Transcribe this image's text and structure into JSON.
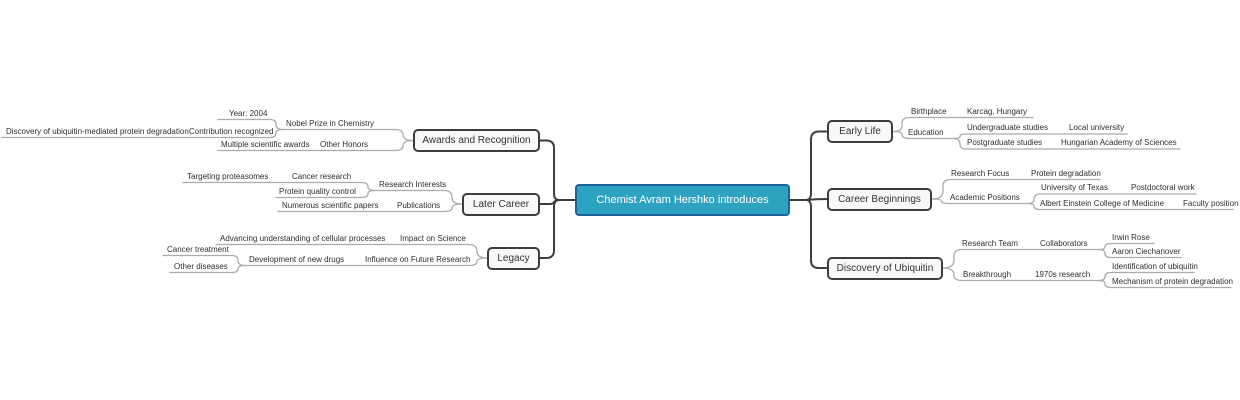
{
  "title": "Chemist Avram Hershko introduces",
  "colors": {
    "center_fill": "#2ea3c1",
    "center_border": "#1a629c",
    "branch_fill": "#f8f8f8",
    "branch_border": "#3d3d3d",
    "connector_gray": "#ababab",
    "trunk_dark": "#3d3d3d"
  },
  "right": [
    {
      "label": "Early Life",
      "children": [
        {
          "label": "Birthplace",
          "children": [
            {
              "label": "Karcag, Hungary"
            }
          ]
        },
        {
          "label": "Education",
          "children": [
            {
              "label": "Undergraduate studies",
              "children": [
                {
                  "label": "Local university"
                }
              ]
            },
            {
              "label": "Postgraduate studies",
              "children": [
                {
                  "label": "Hungarian Academy of Sciences"
                }
              ]
            }
          ]
        }
      ]
    },
    {
      "label": "Career Beginnings",
      "children": [
        {
          "label": "Research Focus",
          "children": [
            {
              "label": "Protein degradation"
            }
          ]
        },
        {
          "label": "Academic Positions",
          "children": [
            {
              "label": "University of Texas",
              "children": [
                {
                  "label": "Postdoctoral work"
                }
              ]
            },
            {
              "label": "Albert Einstein College of Medicine",
              "children": [
                {
                  "label": "Faculty position"
                }
              ]
            }
          ]
        }
      ]
    },
    {
      "label": "Discovery of Ubiquitin",
      "children": [
        {
          "label": "Research Team",
          "children": [
            {
              "label": "Collaborators",
              "children": [
                {
                  "label": "Irwin Rose"
                },
                {
                  "label": "Aaron Ciechanover"
                }
              ]
            }
          ]
        },
        {
          "label": "Breakthrough",
          "children": [
            {
              "label": "1970s research",
              "children": [
                {
                  "label": "Identification of ubiquitin"
                },
                {
                  "label": "Mechanism of protein degradation"
                }
              ]
            }
          ]
        }
      ]
    }
  ],
  "left": [
    {
      "label": "Awards and Recognition",
      "children": [
        {
          "label": "Nobel Prize in Chemistry",
          "children": [
            {
              "label": "Year: 2004"
            },
            {
              "label": "Contribution recognized",
              "children": [
                {
                  "label": "Discovery of ubiquitin-mediated protein degradation"
                }
              ]
            }
          ]
        },
        {
          "label": "Other Honors",
          "children": [
            {
              "label": "Multiple scientific awards"
            }
          ]
        }
      ]
    },
    {
      "label": "Later Career",
      "children": [
        {
          "label": "Research Interests",
          "children": [
            {
              "label": "Cancer research",
              "children": [
                {
                  "label": "Targeting proteasomes"
                }
              ]
            },
            {
              "label": "Protein quality control"
            }
          ]
        },
        {
          "label": "Publications",
          "children": [
            {
              "label": "Numerous scientific papers"
            }
          ]
        }
      ]
    },
    {
      "label": "Legacy",
      "children": [
        {
          "label": "Impact on Science",
          "children": [
            {
              "label": "Advancing understanding of cellular processes"
            }
          ]
        },
        {
          "label": "Influence on Future Research",
          "children": [
            {
              "label": "Development of new drugs",
              "children": [
                {
                  "label": "Cancer treatment"
                },
                {
                  "label": "Other diseases"
                }
              ]
            }
          ]
        }
      ]
    }
  ]
}
